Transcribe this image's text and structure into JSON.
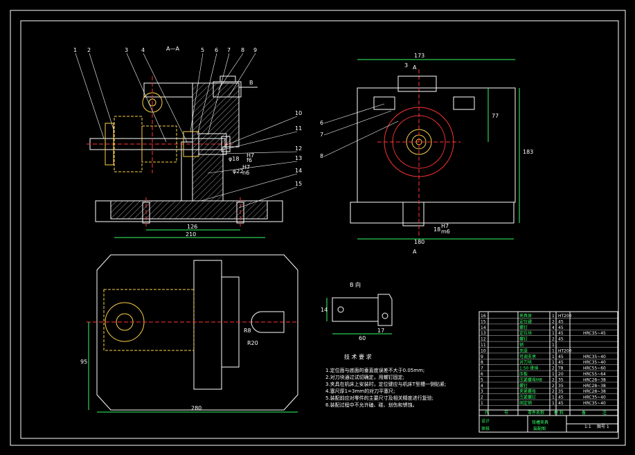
{
  "colors": {
    "background": "#000000",
    "outline": "#ffffff",
    "hidden": "#ff3333",
    "part": "#ffd24a",
    "green": "#33ff66",
    "cyan": "#66ffff"
  },
  "views": {
    "front": {
      "section_label": "A—A",
      "balloons": [
        "1",
        "2",
        "3",
        "4",
        "5",
        "6",
        "7",
        "8",
        "9",
        "10",
        "11",
        "12",
        "13",
        "14",
        "15"
      ],
      "fit1": "φ18",
      "fit1_sup": "H7",
      "fit1_sub": "f6",
      "fit2": "φ22",
      "fit2_sup": "H7",
      "fit2_sub": "n6",
      "view_arrow": "B",
      "dim_126": "126",
      "dim_210": "210"
    },
    "side": {
      "dim_173": "173",
      "dim_3": "3",
      "dim_77": "77",
      "dim_183": "183",
      "dim_180": "180",
      "fit": "18",
      "fit_sup": "H7",
      "fit_sub": "m6",
      "section_arrow_top": "A",
      "section_arrow_bottom": "A",
      "balloons": [
        "6",
        "7",
        "8"
      ]
    },
    "top": {
      "dim_280": "280",
      "dim_95": "95",
      "r8": "R8",
      "r20": "R20"
    },
    "detail": {
      "title": "B 向",
      "dim_14": "14",
      "dim_60": "60",
      "dim_17": "17"
    }
  },
  "tech": {
    "title": "技 术 要 求",
    "lines": [
      "1.定位面与底面的垂直度误差不大于0.05mm;",
      "2.对刀块通过试切确定，用螺钉固定;",
      "3.夹具在机床上安装时，定位键应与机床T型槽一侧贴紧;",
      "4.塞尺厚1=3mm的对刀平塞尺;",
      "5.装配前应对零件的主要尺寸及相关精度进行复验;",
      "6.装配过程中不允许磕、碰、划伤和锈蚀。"
    ]
  },
  "bom": {
    "rows": [
      {
        "no": "16",
        "name": "夹具体",
        "qty": "1",
        "mat": "HT200",
        "note": ""
      },
      {
        "no": "15",
        "name": "定位键",
        "qty": "2",
        "mat": "45",
        "note": ""
      },
      {
        "no": "14",
        "name": "螺钉",
        "qty": "4",
        "mat": "45",
        "note": ""
      },
      {
        "no": "13",
        "name": "定位块",
        "qty": "1",
        "mat": "45",
        "note": "HRC35~45"
      },
      {
        "no": "12",
        "name": "螺钉",
        "qty": "2",
        "mat": "45",
        "note": ""
      },
      {
        "no": "11",
        "name": "销",
        "qty": "1",
        "mat": "",
        "note": ""
      },
      {
        "no": "10",
        "name": "支座",
        "qty": "1",
        "mat": "HT200",
        "note": ""
      },
      {
        "no": "9",
        "name": "可调支承",
        "qty": "1",
        "mat": "45",
        "note": "HRC35~40"
      },
      {
        "no": "8",
        "name": "对刀块",
        "qty": "1",
        "mat": "45",
        "note": "HRC35~40"
      },
      {
        "no": "7",
        "name": "1:50 锥销",
        "qty": "2",
        "mat": "T8",
        "note": "HRC55~60"
      },
      {
        "no": "6",
        "name": "压板",
        "qty": "1",
        "mat": "20",
        "note": "HRC55~64"
      },
      {
        "no": "5",
        "name": "压紧螺母M8",
        "qty": "2",
        "mat": "35",
        "note": "HRC28~38"
      },
      {
        "no": "4",
        "name": "螺钉",
        "qty": "2",
        "mat": "35",
        "note": "HRC28~38"
      },
      {
        "no": "3",
        "name": "夹紧螺母",
        "qty": "2",
        "mat": "35",
        "note": "HRC28~38"
      },
      {
        "no": "2",
        "name": "压紧螺钉",
        "qty": "1",
        "mat": "45",
        "note": "HRC35~40"
      },
      {
        "no": "1",
        "name": "固定销",
        "qty": "1",
        "mat": "45",
        "note": "HRC35~40"
      }
    ],
    "header": [
      "代",
      "号",
      "零件名称",
      "材",
      "料",
      "备",
      "注"
    ],
    "title": "铣槽夹具",
    "subtitle": "装配图",
    "scale": "1:1",
    "sheet": "图号 1",
    "design": "设计",
    "check": "审核"
  }
}
